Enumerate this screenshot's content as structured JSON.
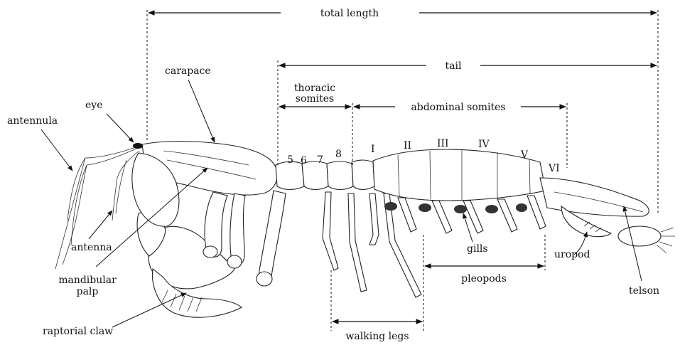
{
  "dimensions": {
    "total_length": "total length",
    "tail": "tail",
    "thoracic_somites": [
      "thoracic",
      "somites"
    ],
    "abdominal_somites": "abdominal somites",
    "walking_legs": "walking legs",
    "pleopods": "pleopods"
  },
  "thoracic_numbers": [
    "5",
    "6",
    "7",
    "8"
  ],
  "abdominal_numerals": [
    "I",
    "II",
    "III",
    "IV",
    "V",
    "VI"
  ],
  "labels": {
    "carapace": "carapace",
    "eye": "eye",
    "antennula": "antennula",
    "antenna": "antenna",
    "mandibular_palp": [
      "mandibular",
      "palp"
    ],
    "raptorial_claw": "raptorial claw",
    "gills": "gills",
    "uropod": "uropod",
    "telson": "telson"
  }
}
